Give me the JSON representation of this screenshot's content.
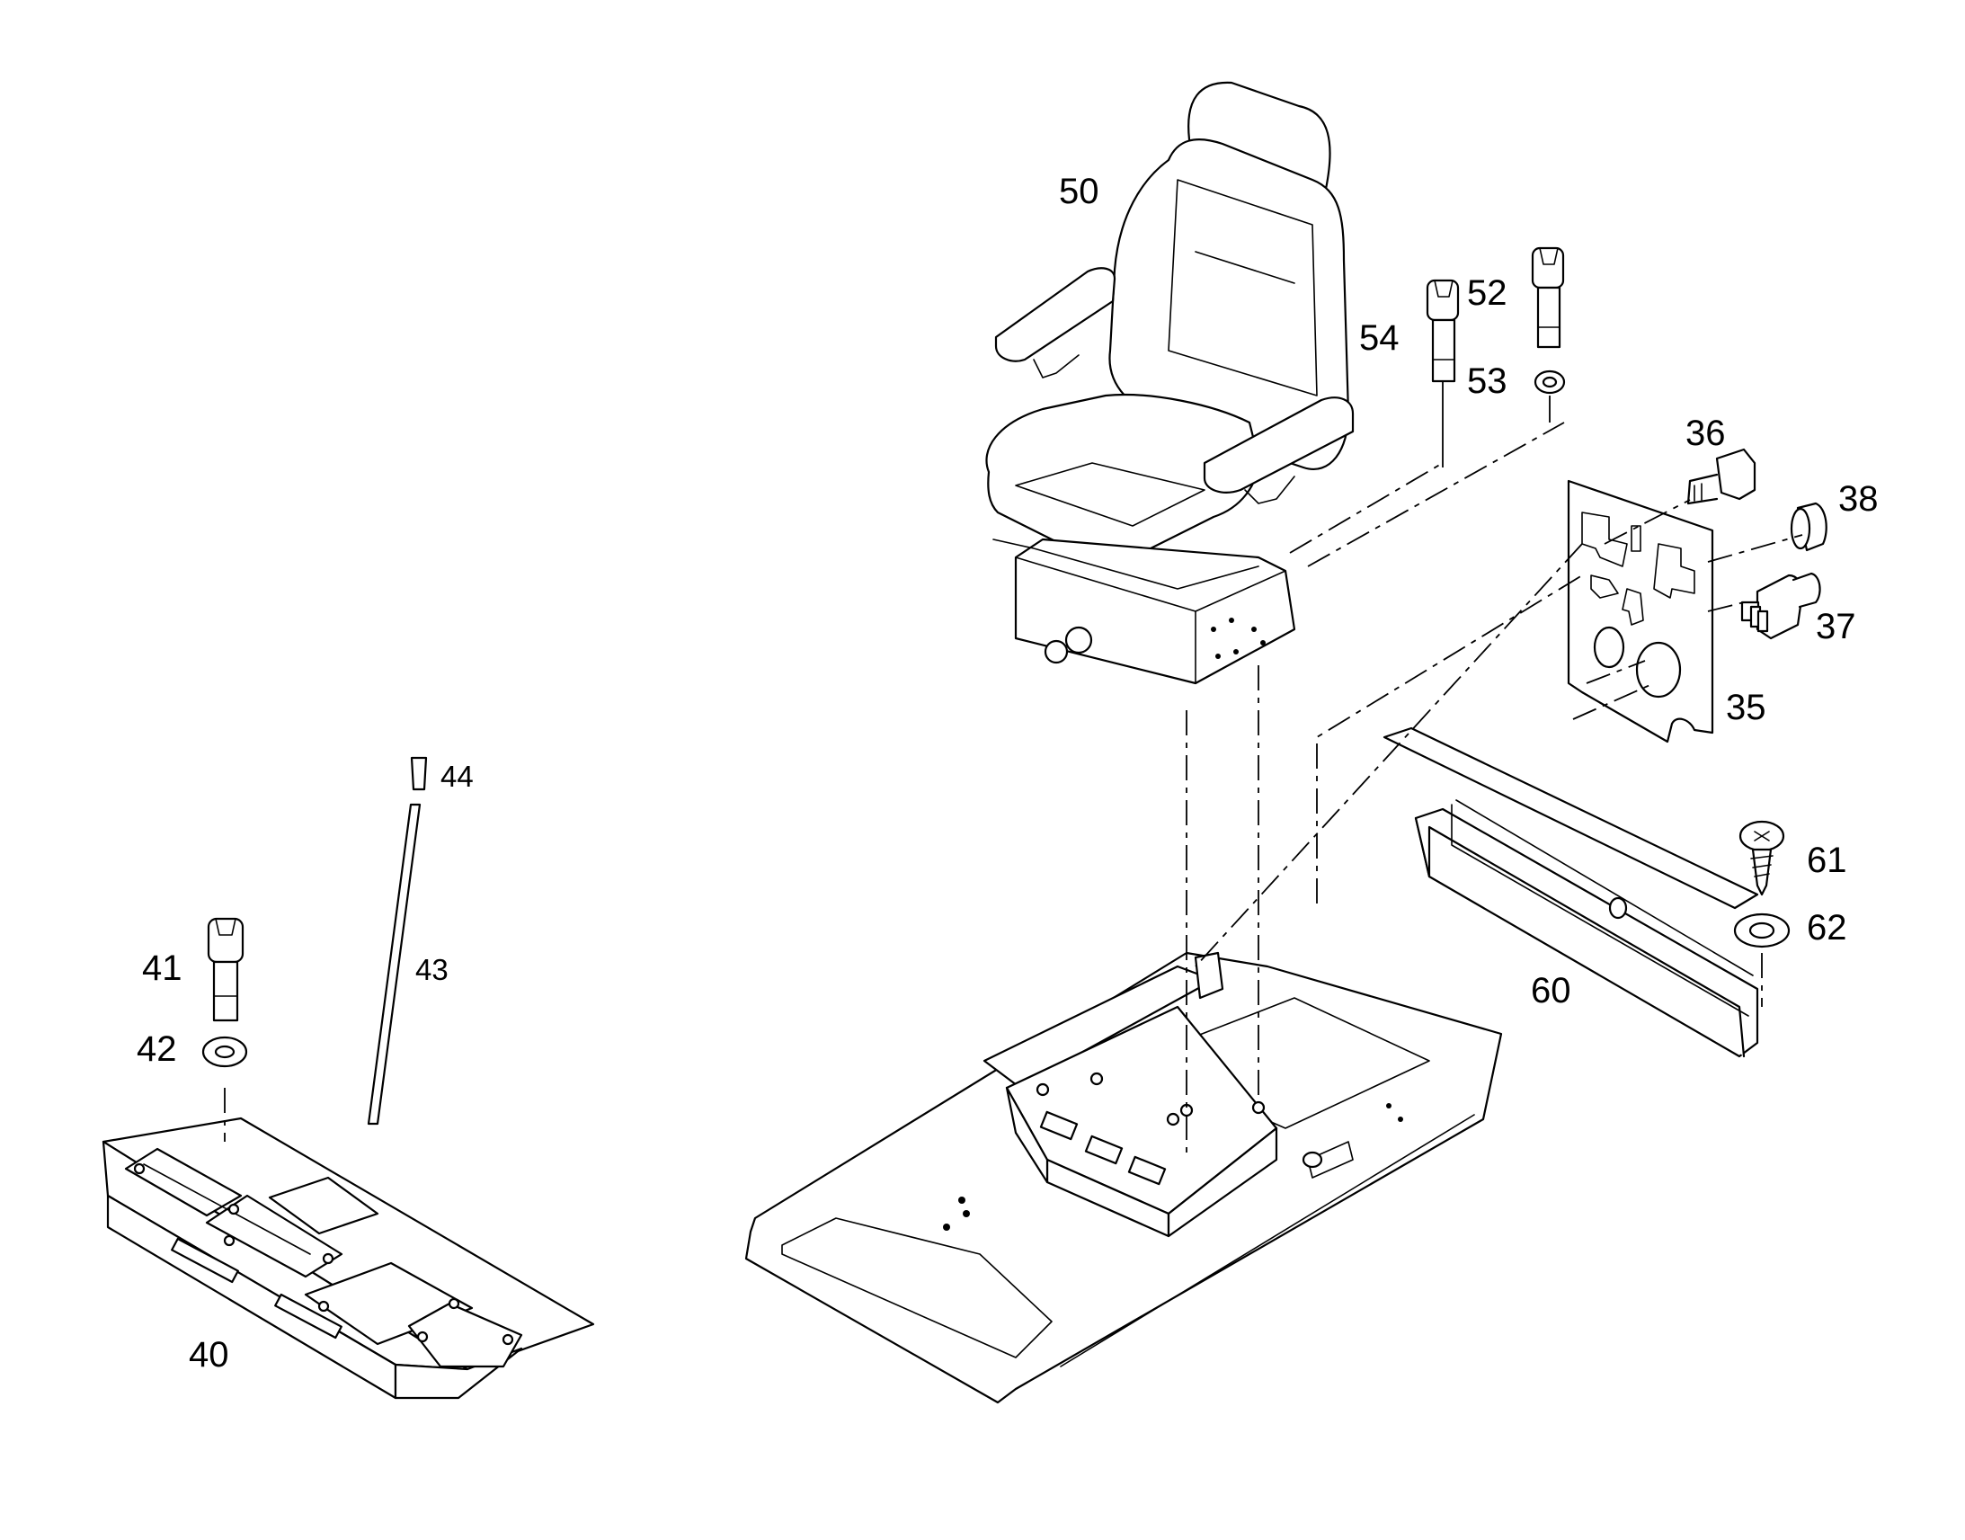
{
  "diagram": {
    "labels": {
      "p35": "35",
      "p36": "36",
      "p37": "37",
      "p38": "38",
      "p40": "40",
      "p41": "41",
      "p42": "42",
      "p43": "43",
      "p44": "44",
      "p50": "50",
      "p52": "52",
      "p53": "53",
      "p54": "54",
      "p60": "60",
      "p61": "61",
      "p62": "62"
    },
    "line_color": "#000000",
    "background": "#ffffff"
  }
}
